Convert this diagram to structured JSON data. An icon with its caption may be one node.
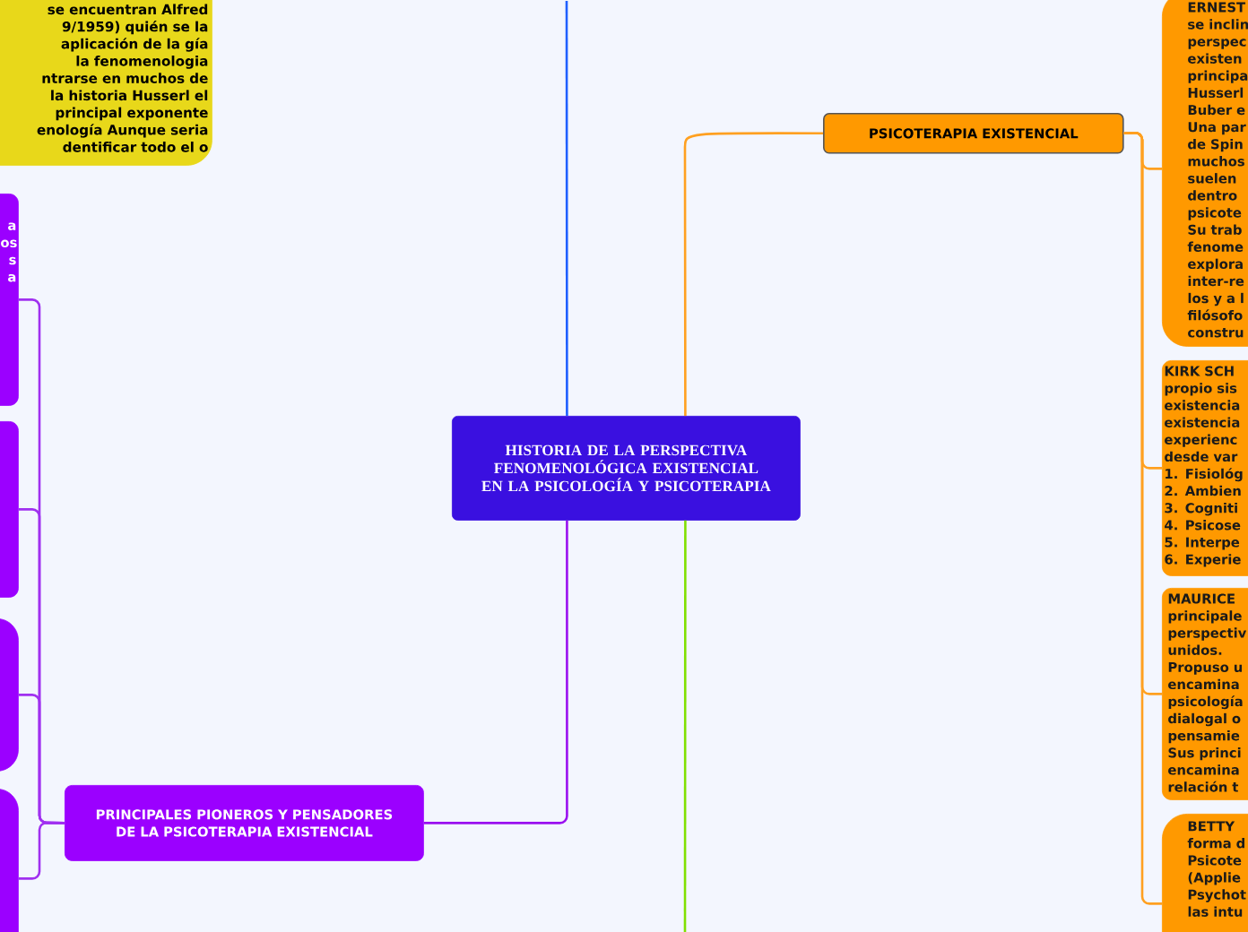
{
  "diagram": {
    "nodes": [
      {
        "text": [
          "se encuentran Alfred 9/1959) quién se la aplicación de la gía la fenomenologia ntrarse en muchos de la historia Husserl el principal exponente enología Aunque seria dentificar todo el o"
        ]
      },
      {
        "text": [
          "a os s a"
        ]
      },
      {
        "text": [],
        "shape": "box"
      },
      {
        "text": [],
        "shape": "box"
      },
      {
        "text": [],
        "shape": "box"
      },
      {
        "text": [
          "HISTORIA DE LA PERSPECTIVA FENOMENOLÓGICA EXISTENCIAL EN LA PSICOLOGÍA Y PSICOTERAPIA"
        ]
      },
      {
        "text": [
          "PSICOTERAPIA EXISTENCIAL"
        ]
      },
      {
        "text": [
          "ERNEST se inclin perspec existen principa Husserl Buber e Una par de Spin muchos suelen dentro psicote Su trab fenome explora inter-re los y a l filósofo constru"
        ]
      },
      {
        "text": [
          "KIRK SCH propio sis existencia existencia experienc desde var 1. Fisiológ 2. Ambien 3. Cogniti 4. Psicose 5. Interpe 6. Experie"
        ]
      },
      {
        "text": [
          "MAURICE principale perspectiv unidos. Propuso u encamina psicología dialogal o pensamie Sus princi encamina relación t"
        ]
      },
      {
        "text": [
          "BETTY forma d Psicote (Applie Psychot las intu"
        ]
      },
      {
        "text": [
          "PRINCIPALES PIONEROS Y PENSADORES DE LA PSICOTERAPIA EXISTENCIAL"
        ]
      }
    ],
    "edges": [
      {
        "from": 5,
        "to": null,
        "arrow": "none",
        "color": "#1f5fff"
      },
      {
        "from": 5,
        "to": null,
        "arrow": "none",
        "color": "#80e000"
      },
      {
        "from": 5,
        "to": 6,
        "arrow": "none",
        "color": "#ffa020"
      },
      {
        "from": 5,
        "to": 11,
        "arrow": "none",
        "color": "#9a10f0"
      },
      {
        "from": 11,
        "to": 1,
        "arrow": "none",
        "color": "#a030f0"
      },
      {
        "from": 11,
        "to": 2,
        "arrow": "none",
        "color": "#a030f0"
      },
      {
        "from": 11,
        "to": 3,
        "arrow": "none",
        "color": "#a030f0"
      },
      {
        "from": 11,
        "to": 4,
        "arrow": "none",
        "color": "#a030f0"
      },
      {
        "from": 6,
        "to": 7,
        "arrow": "none",
        "color": "#ffa020"
      },
      {
        "from": 6,
        "to": 8,
        "arrow": "none",
        "color": "#ffa020"
      },
      {
        "from": 6,
        "to": 9,
        "arrow": "none",
        "color": "#ffa020"
      },
      {
        "from": 6,
        "to": 10,
        "arrow": "none",
        "color": "#ffa020"
      }
    ]
  }
}
